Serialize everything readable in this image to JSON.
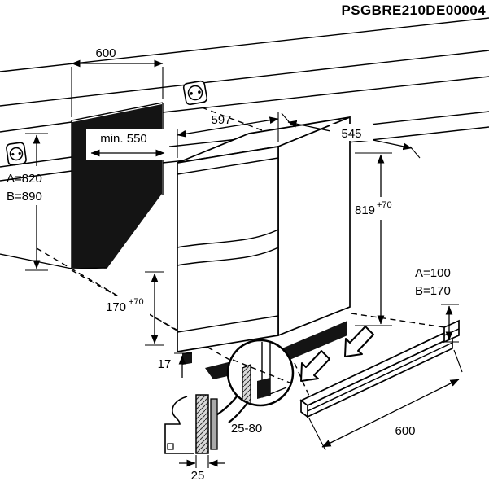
{
  "part_number": "PSGBRE210DE00004",
  "dims": {
    "niche_width": "600",
    "niche_depth_min": "min. 550",
    "appliance_width": "597",
    "appliance_depth": "545",
    "niche_height_a": "A=820",
    "niche_height_b": "B=890",
    "appliance_height": "819",
    "appliance_height_tol": "+70",
    "plinth_recess": "170",
    "plinth_recess_tol": "+70",
    "vent_clearance_a": "A=100",
    "vent_clearance_b": "B=170",
    "door_gap": "17",
    "plinth_adjust_range": "25-80",
    "plinth_length": "600",
    "plinth_board_thickness": "25"
  },
  "icons": {
    "outlet_top": "power-outlet",
    "outlet_left": "power-outlet"
  },
  "colors": {
    "line": "#000000",
    "background": "#ffffff",
    "shadow": "#141414"
  }
}
